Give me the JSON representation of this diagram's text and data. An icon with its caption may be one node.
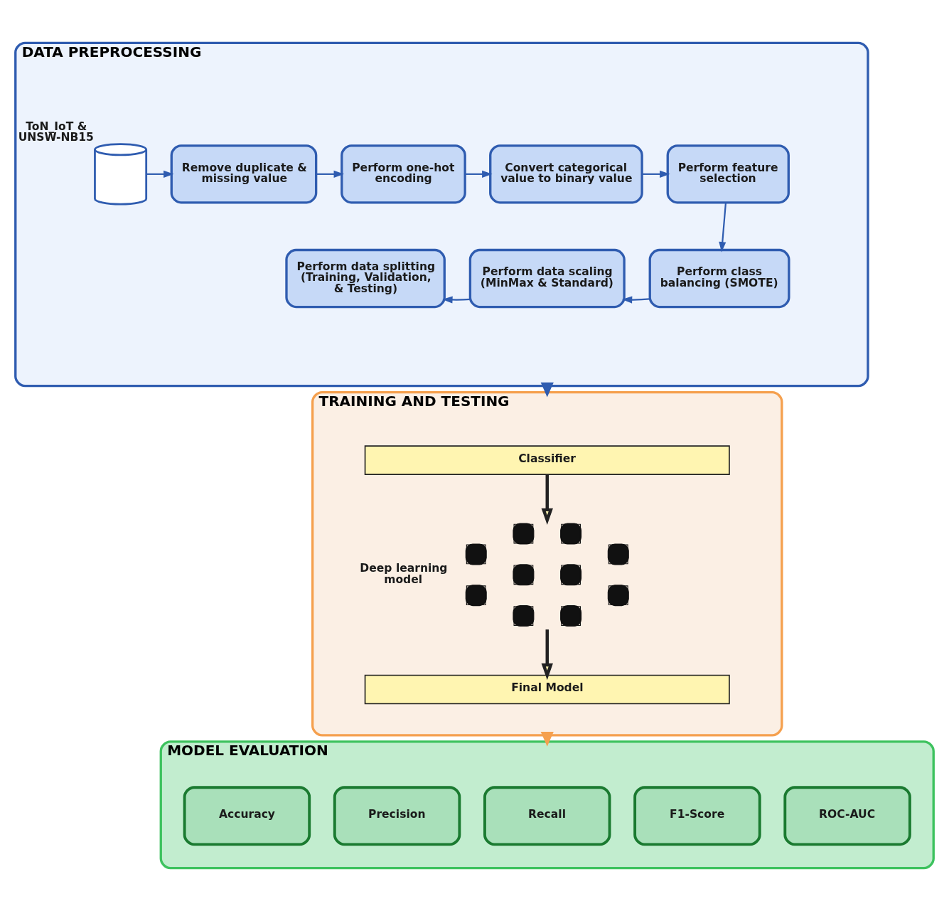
{
  "diagram": {
    "nodes": [
      {
        "text": [
          "DATA PREPROCESSING"
        ]
      },
      {
        "text": [],
        "shape": "cylinder",
        "beside": [
          "ToN_IoT & UNSW-NB15"
        ],
        "in": 0
      },
      {
        "text": [
          "Remove duplicate & missing value"
        ],
        "in": 0
      },
      {
        "text": [
          "Perform one-hot encoding"
        ],
        "in": 0
      },
      {
        "text": [
          "Convert categorical value to binary value"
        ],
        "in": 0
      },
      {
        "text": [
          "Perform feature selection"
        ],
        "in": 0
      },
      {
        "text": [
          "Perform class balancing (SMOTE)"
        ],
        "in": 0
      },
      {
        "text": [
          "Perform data scaling (MinMax & Standard)"
        ],
        "in": 0
      },
      {
        "text": [
          "Perform data splitting (Training, Validation, & Testing)"
        ],
        "in": 0
      },
      {
        "text": [
          "TRAINING AND TESTING"
        ]
      },
      {
        "text": [
          "Classifier"
        ],
        "in": 9
      },
      {
        "text": [],
        "shape": "picture",
        "beside": [
          "Deep learning model"
        ],
        "in": 9
      },
      {
        "text": [
          "Final Model"
        ],
        "in": 9
      },
      {
        "text": [
          "MODEL EVALUATION"
        ]
      },
      {
        "text": [
          "Accuracy"
        ],
        "in": 13
      },
      {
        "text": [
          "Precision"
        ],
        "in": 13
      },
      {
        "text": [
          "Recall"
        ],
        "in": 13
      },
      {
        "text": [
          "F1-Score"
        ],
        "in": 13
      },
      {
        "text": [
          "ROC-AUC"
        ],
        "in": 13
      }
    ],
    "edges": [
      {
        "from": 1,
        "to": 2,
        "arrow": "to"
      },
      {
        "from": 2,
        "to": 3,
        "arrow": "to"
      },
      {
        "from": 3,
        "to": 4,
        "arrow": "to"
      },
      {
        "from": 4,
        "to": 5,
        "arrow": "to"
      },
      {
        "from": 5,
        "to": 6,
        "arrow": "to"
      },
      {
        "from": 6,
        "to": 7,
        "arrow": "to"
      },
      {
        "from": 7,
        "to": 8,
        "arrow": "to"
      },
      {
        "from": 0,
        "to": 9,
        "arrow": "to",
        "style": "thick"
      },
      {
        "from": 10,
        "to": 11,
        "arrow": "to",
        "style": "thick",
        "color": "#222222"
      },
      {
        "from": 11,
        "to": 12,
        "arrow": "to",
        "style": "thick",
        "color": "#222222"
      },
      {
        "from": 9,
        "to": 13,
        "arrow": "to",
        "style": "thick",
        "color": "#f5a04e"
      }
    ]
  }
}
